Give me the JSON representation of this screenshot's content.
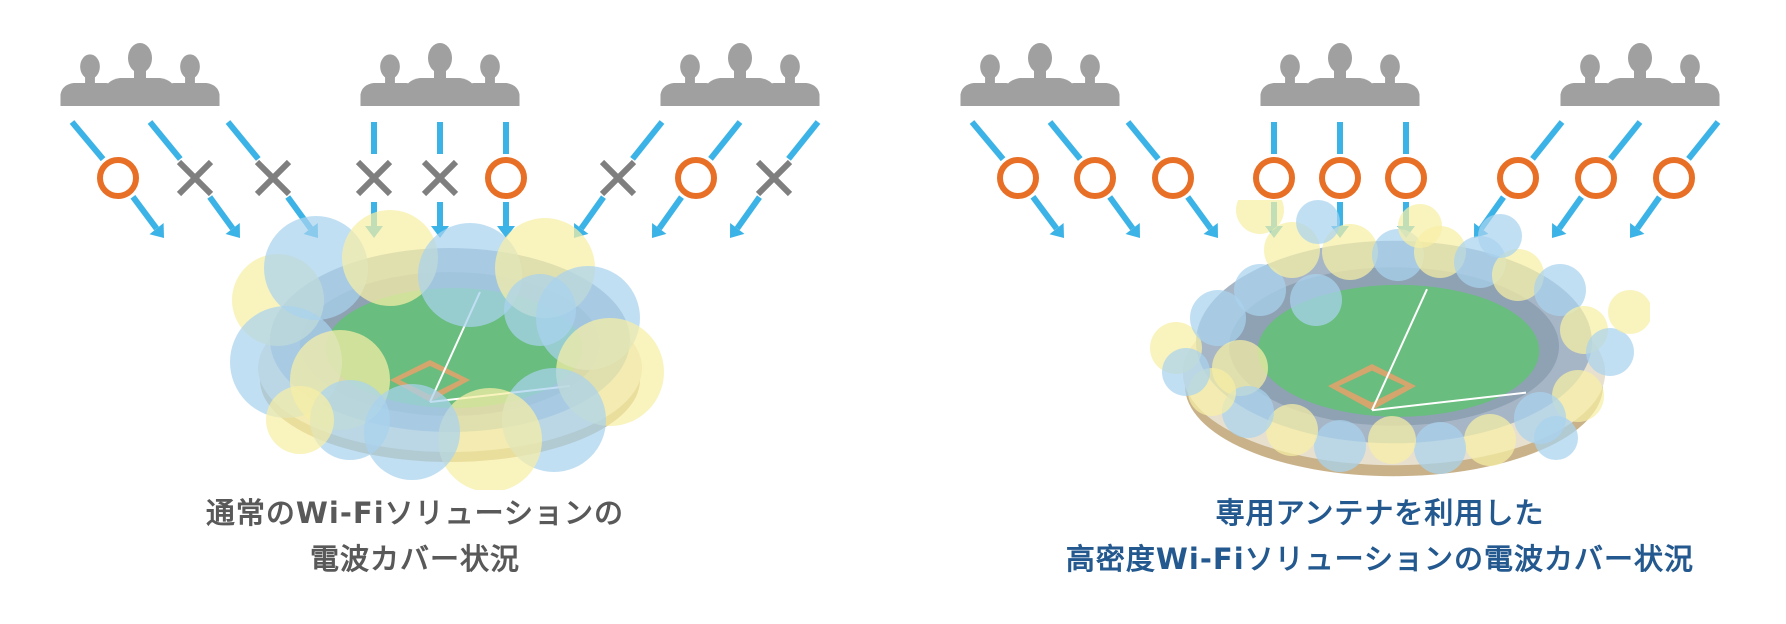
{
  "colors": {
    "person": "#a0a0a0",
    "arrow": "#3cb3e6",
    "ok_mark": "#e86f26",
    "ng_mark": "#7f7f7f",
    "bubble_blue": "#a9d3ef",
    "bubble_yellow": "#f6efa5",
    "field": "#69bd7e",
    "dirt": "#d5a56e",
    "stand": "#a6b6c6",
    "left_caption": "#595959",
    "right_caption": "#24598f"
  },
  "panels": [
    {
      "id": "left",
      "marks": [
        "ok",
        "ng",
        "ng",
        "ng",
        "ng",
        "ok",
        "ng",
        "ok",
        "ng"
      ],
      "bubble_pattern": "large",
      "caption": {
        "line1": "通常のWi-Fiソリューションの",
        "line2": "電波カバー状況"
      }
    },
    {
      "id": "right",
      "marks": [
        "ok",
        "ok",
        "ok",
        "ok",
        "ok",
        "ok",
        "ok",
        "ok",
        "ok"
      ],
      "bubble_pattern": "dense",
      "caption": {
        "line1": "専用アンテナを利用した",
        "line2": "高密度Wi-Fiソリューションの電波カバー状況"
      }
    }
  ],
  "icons": {
    "person": "person-silhouette-icon",
    "ok": "circle-ok-icon",
    "ng": "cross-ng-icon",
    "arrow": "arrow-down-icon"
  }
}
